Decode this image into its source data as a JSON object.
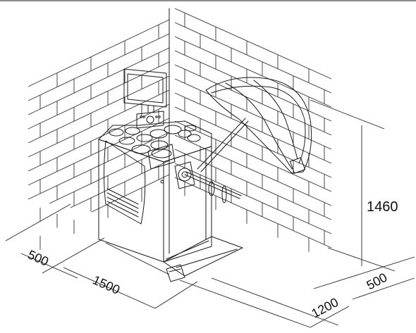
{
  "dimensions": {
    "height": "1460",
    "depth_left": "500",
    "width_front": "1500",
    "width_right": "1200",
    "depth_right": "500"
  },
  "colors": {
    "line": "#1a1a1a",
    "background": "#ffffff"
  }
}
